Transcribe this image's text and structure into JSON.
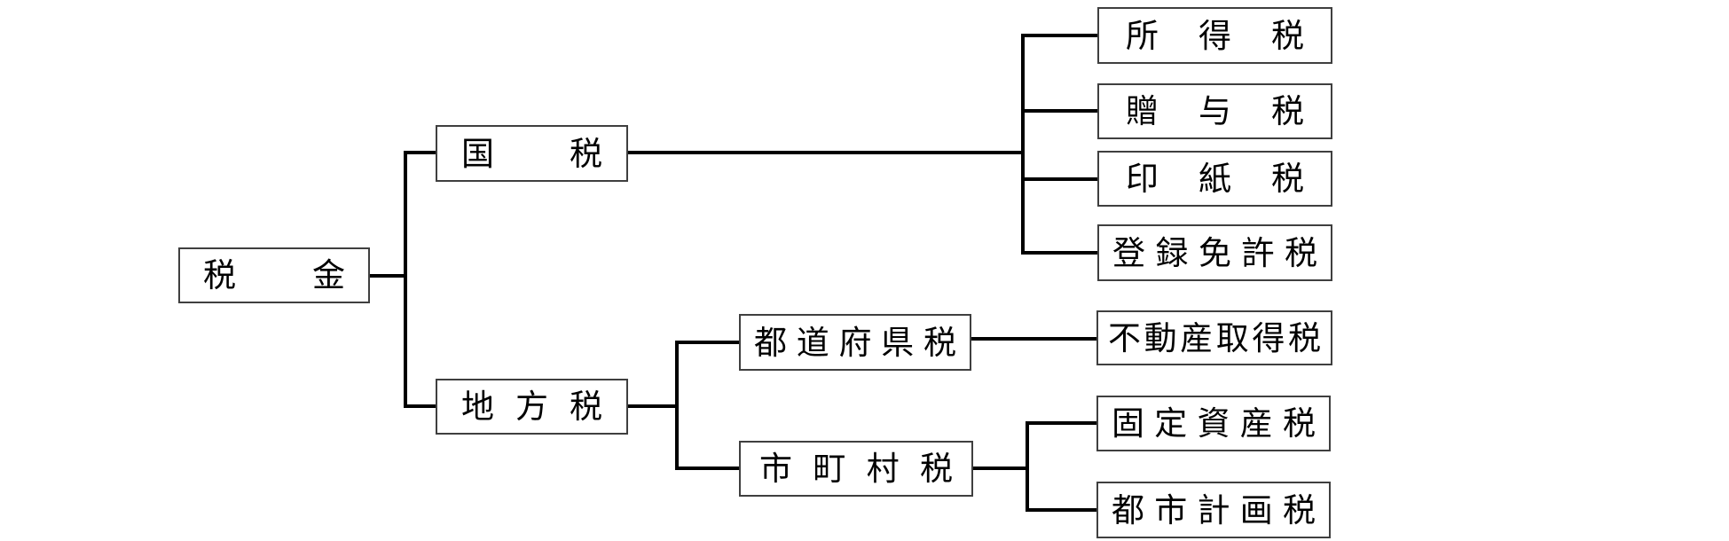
{
  "diagram": {
    "type": "tree",
    "orientation": "left-to-right",
    "description": "Japanese tax classification chart",
    "tree": {
      "label": "税金",
      "children": [
        {
          "label": "国税",
          "children": [
            {
              "label": "所得税"
            },
            {
              "label": "贈与税"
            },
            {
              "label": "印紙税"
            },
            {
              "label": "登録免許税"
            }
          ]
        },
        {
          "label": "地方税",
          "children": [
            {
              "label": "都道府県税",
              "children": [
                {
                  "label": "不動産取得税"
                }
              ]
            },
            {
              "label": "市町村税",
              "children": [
                {
                  "label": "固定資産税"
                },
                {
                  "label": "都市計画税"
                }
              ]
            }
          ]
        }
      ]
    },
    "colors": {
      "background": "#ffffff",
      "box_fill": "#ffffff",
      "box_border": "#3f3f3f",
      "connector": "#000000",
      "text": "#000000"
    }
  }
}
